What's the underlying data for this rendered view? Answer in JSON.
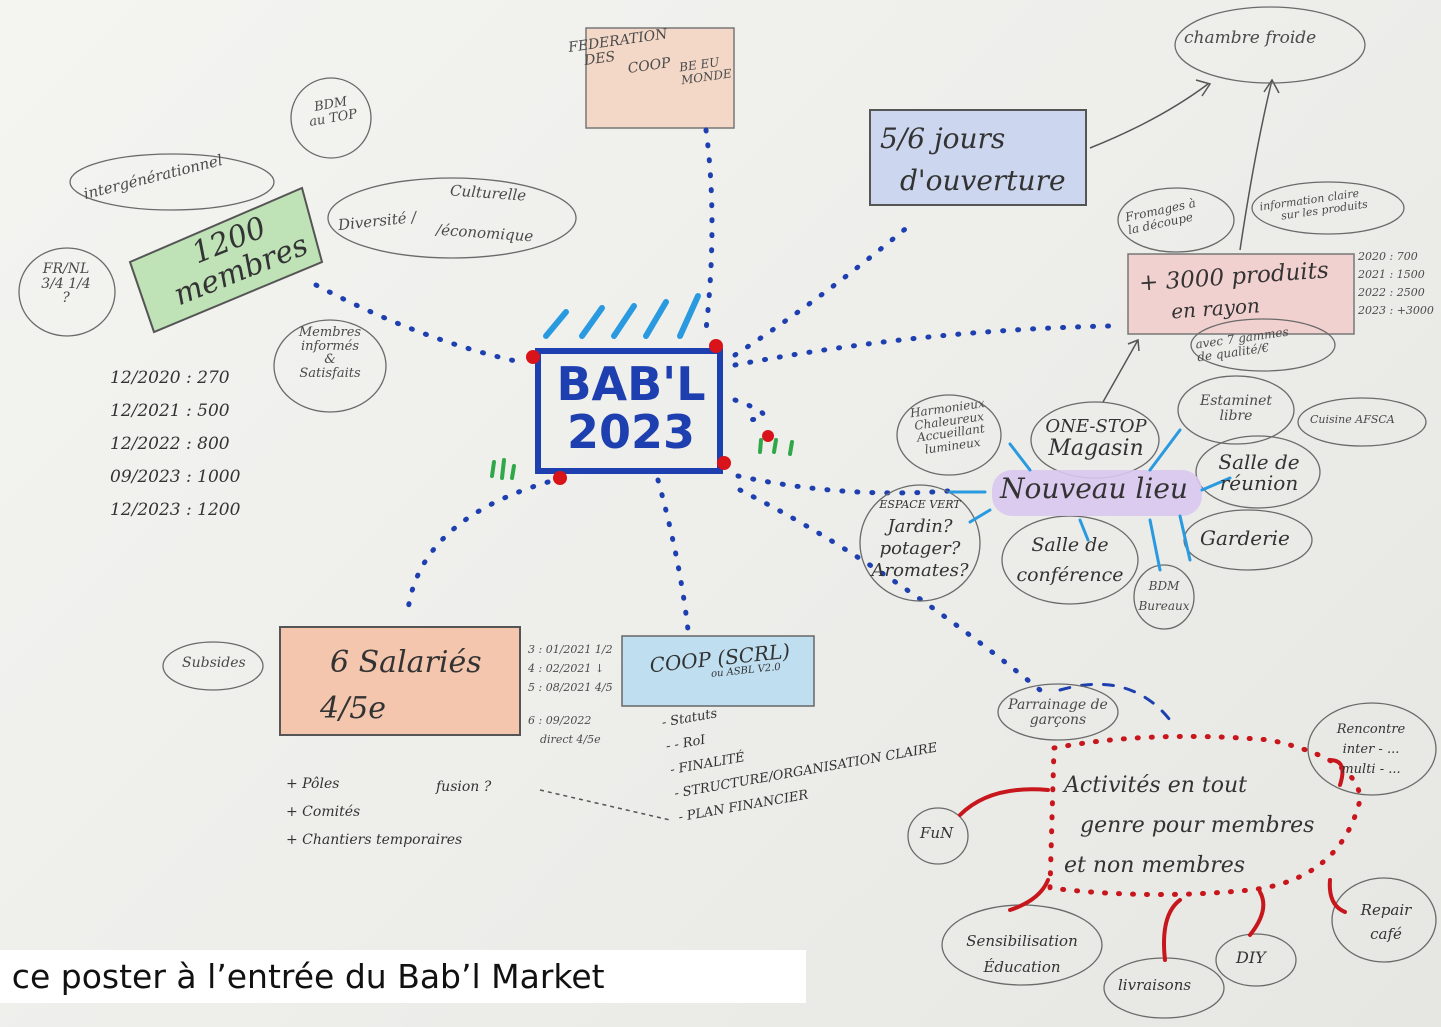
{
  "center": {
    "line1": "BAB'L",
    "line2": "2023"
  },
  "federation": {
    "line1": "FEDERATION",
    "line2": "DES",
    "line3": "COOP",
    "side": "BE EU MONDE"
  },
  "bdm": {
    "line1": "BDM",
    "line2": "au TOP"
  },
  "intergen": "intergénérationnel",
  "diversite": {
    "left": "Diversité /",
    "right1": "Culturelle",
    "right2": "/économique"
  },
  "membres": {
    "line1": "1200",
    "line2": "membres"
  },
  "frnl": {
    "line1": "FR/NL",
    "line2": "3/4   1/4",
    "line3": "?"
  },
  "informes": {
    "line1": "Membres",
    "line2": "informés",
    "line3": "&",
    "line4": "Satisfaits"
  },
  "timeline": [
    "12/2020 : 270",
    "12/2021 : 500",
    "12/2022 : 800",
    "09/2023 : 1000",
    "12/2023 : 1200"
  ],
  "ouverture": {
    "line1": "5/6 jours",
    "line2": "d'ouverture"
  },
  "chambre": "chambre froide",
  "fromages": {
    "line1": "Fromages à",
    "line2": "la découpe"
  },
  "information": {
    "line1": "information claire",
    "line2": "sur les produits"
  },
  "produits": {
    "line1": "+ 3000 produits",
    "line2": "en rayon"
  },
  "produits_history": [
    "2020 : 700",
    "2021 : 1500",
    "2022 : 2500",
    "2023 : +3000"
  ],
  "gammes": {
    "line1": "avec 7 gammes",
    "line2": "de qualité/€"
  },
  "nouveau_lieu": "Nouveau lieu",
  "lieu_items": {
    "harmonieux": [
      "Harmonieux",
      "Chaleureux",
      "Accueillant",
      "lumineux"
    ],
    "onestop": [
      "ONE-STOP",
      "Magasin"
    ],
    "estaminet": [
      "Estaminet",
      "libre"
    ],
    "cuisine": "Cuisine AFSCA",
    "salle_reunion": [
      "Salle de",
      "réunion"
    ],
    "garderie": "Garderie",
    "espace_vert": [
      "ESPACE VERT",
      "Jardin?",
      "potager?",
      "Aromates?"
    ],
    "conference": [
      "Salle de",
      "conférence"
    ],
    "bdm_bureaux": [
      "BDM",
      "Bureaux"
    ]
  },
  "salaries": {
    "line1": "6 Salariés",
    "line2": "4/5e"
  },
  "subsides": "Subsides",
  "salaries_history": [
    "3 : 01/2021  1/2",
    "4 : 02/2021   ↓",
    "5 : 08/2021  4/5",
    "6 : 09/2022",
    "direct 4/5e"
  ],
  "poles": [
    "+ Pôles",
    "+ Comités",
    "+ Chantiers temporaires"
  ],
  "fusion": "fusion ?",
  "coop": {
    "line1": "COOP (SCRL)",
    "line2": "ou ASBL V2.0"
  },
  "coop_items": [
    "- Statuts",
    "- - RoI",
    "- FINALITÉ",
    "- STRUCTURE/ORGANISATION CLAIRE",
    "- PLAN FINANCIER"
  ],
  "parrainage": [
    "Parrainage de",
    "garçons"
  ],
  "rencontre": [
    "Rencontre",
    "inter - ...",
    "multi - ..."
  ],
  "activites": [
    "Activités en tout",
    "genre pour membres",
    "et non membres"
  ],
  "fun": "FuN",
  "sensibilisation": [
    "Sensibilisation",
    "Éducation"
  ],
  "livraisons": "livraisons",
  "diy": "DIY",
  "repair": [
    "Repair",
    "café"
  ],
  "caption": "z ce poster à l’entrée du Bab’l Market",
  "colors": {
    "blue_ink": "#1e3fb0",
    "red_ink": "#c8161d",
    "light_blue": "#2a9ae0",
    "green": "#2fa84a",
    "purple": "#9b6fd0"
  }
}
